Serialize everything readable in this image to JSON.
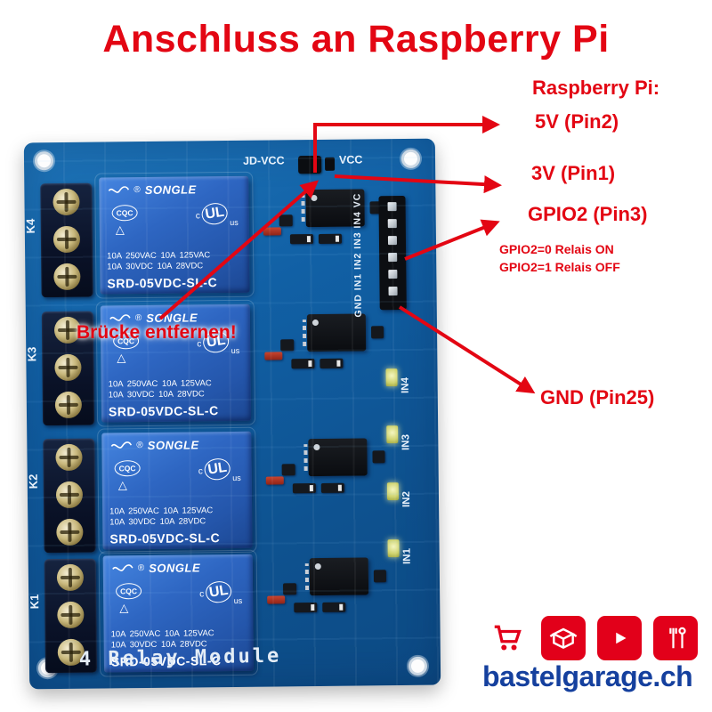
{
  "title": "Anschluss an Raspberry Pi",
  "annotations": {
    "rpi_header": "Raspberry Pi:",
    "pin5v": "5V (Pin2)",
    "pin3v": "3V (Pin1)",
    "gpio2": "GPIO2 (Pin3)",
    "gpio2_note1": "GPIO2=0 Relais ON",
    "gpio2_note2": "GPIO2=1 Relais OFF",
    "gnd": "GND (Pin25)",
    "bridge_note": "Brücke entfernen!"
  },
  "board": {
    "silk_jdvcc": "JD-VCC",
    "silk_vcc": "VCC",
    "module_label": "4 Relay Module",
    "header_pins_label": "GND IN1 IN2 IN3 IN4 VC",
    "channels": [
      "K4",
      "K3",
      "K2",
      "K1"
    ],
    "inputs": [
      "IN4",
      "IN3",
      "IN2",
      "IN1"
    ],
    "relay": {
      "brand_reg": "®",
      "brand": "SONGLE",
      "cqc": "CQC",
      "triangle": "△",
      "ul_c": "c",
      "ul": "UL",
      "ul_us": "us",
      "ratings1": "10A 250VAC 10A 125VAC",
      "ratings2": "10A 30VDC 10A 28VDC",
      "model": "SRD-05VDC-SL-C"
    }
  },
  "footer": {
    "brand": "bastelgarage.ch",
    "icons": [
      "cart-icon",
      "box-icon",
      "youtube-icon",
      "tools-icon"
    ]
  },
  "colors": {
    "annotation_red": "#e30613",
    "pcb_blue": "#1160a5",
    "relay_blue": "#2e66c2",
    "brand_blue": "#15409e",
    "icon_red": "#e2001a"
  }
}
